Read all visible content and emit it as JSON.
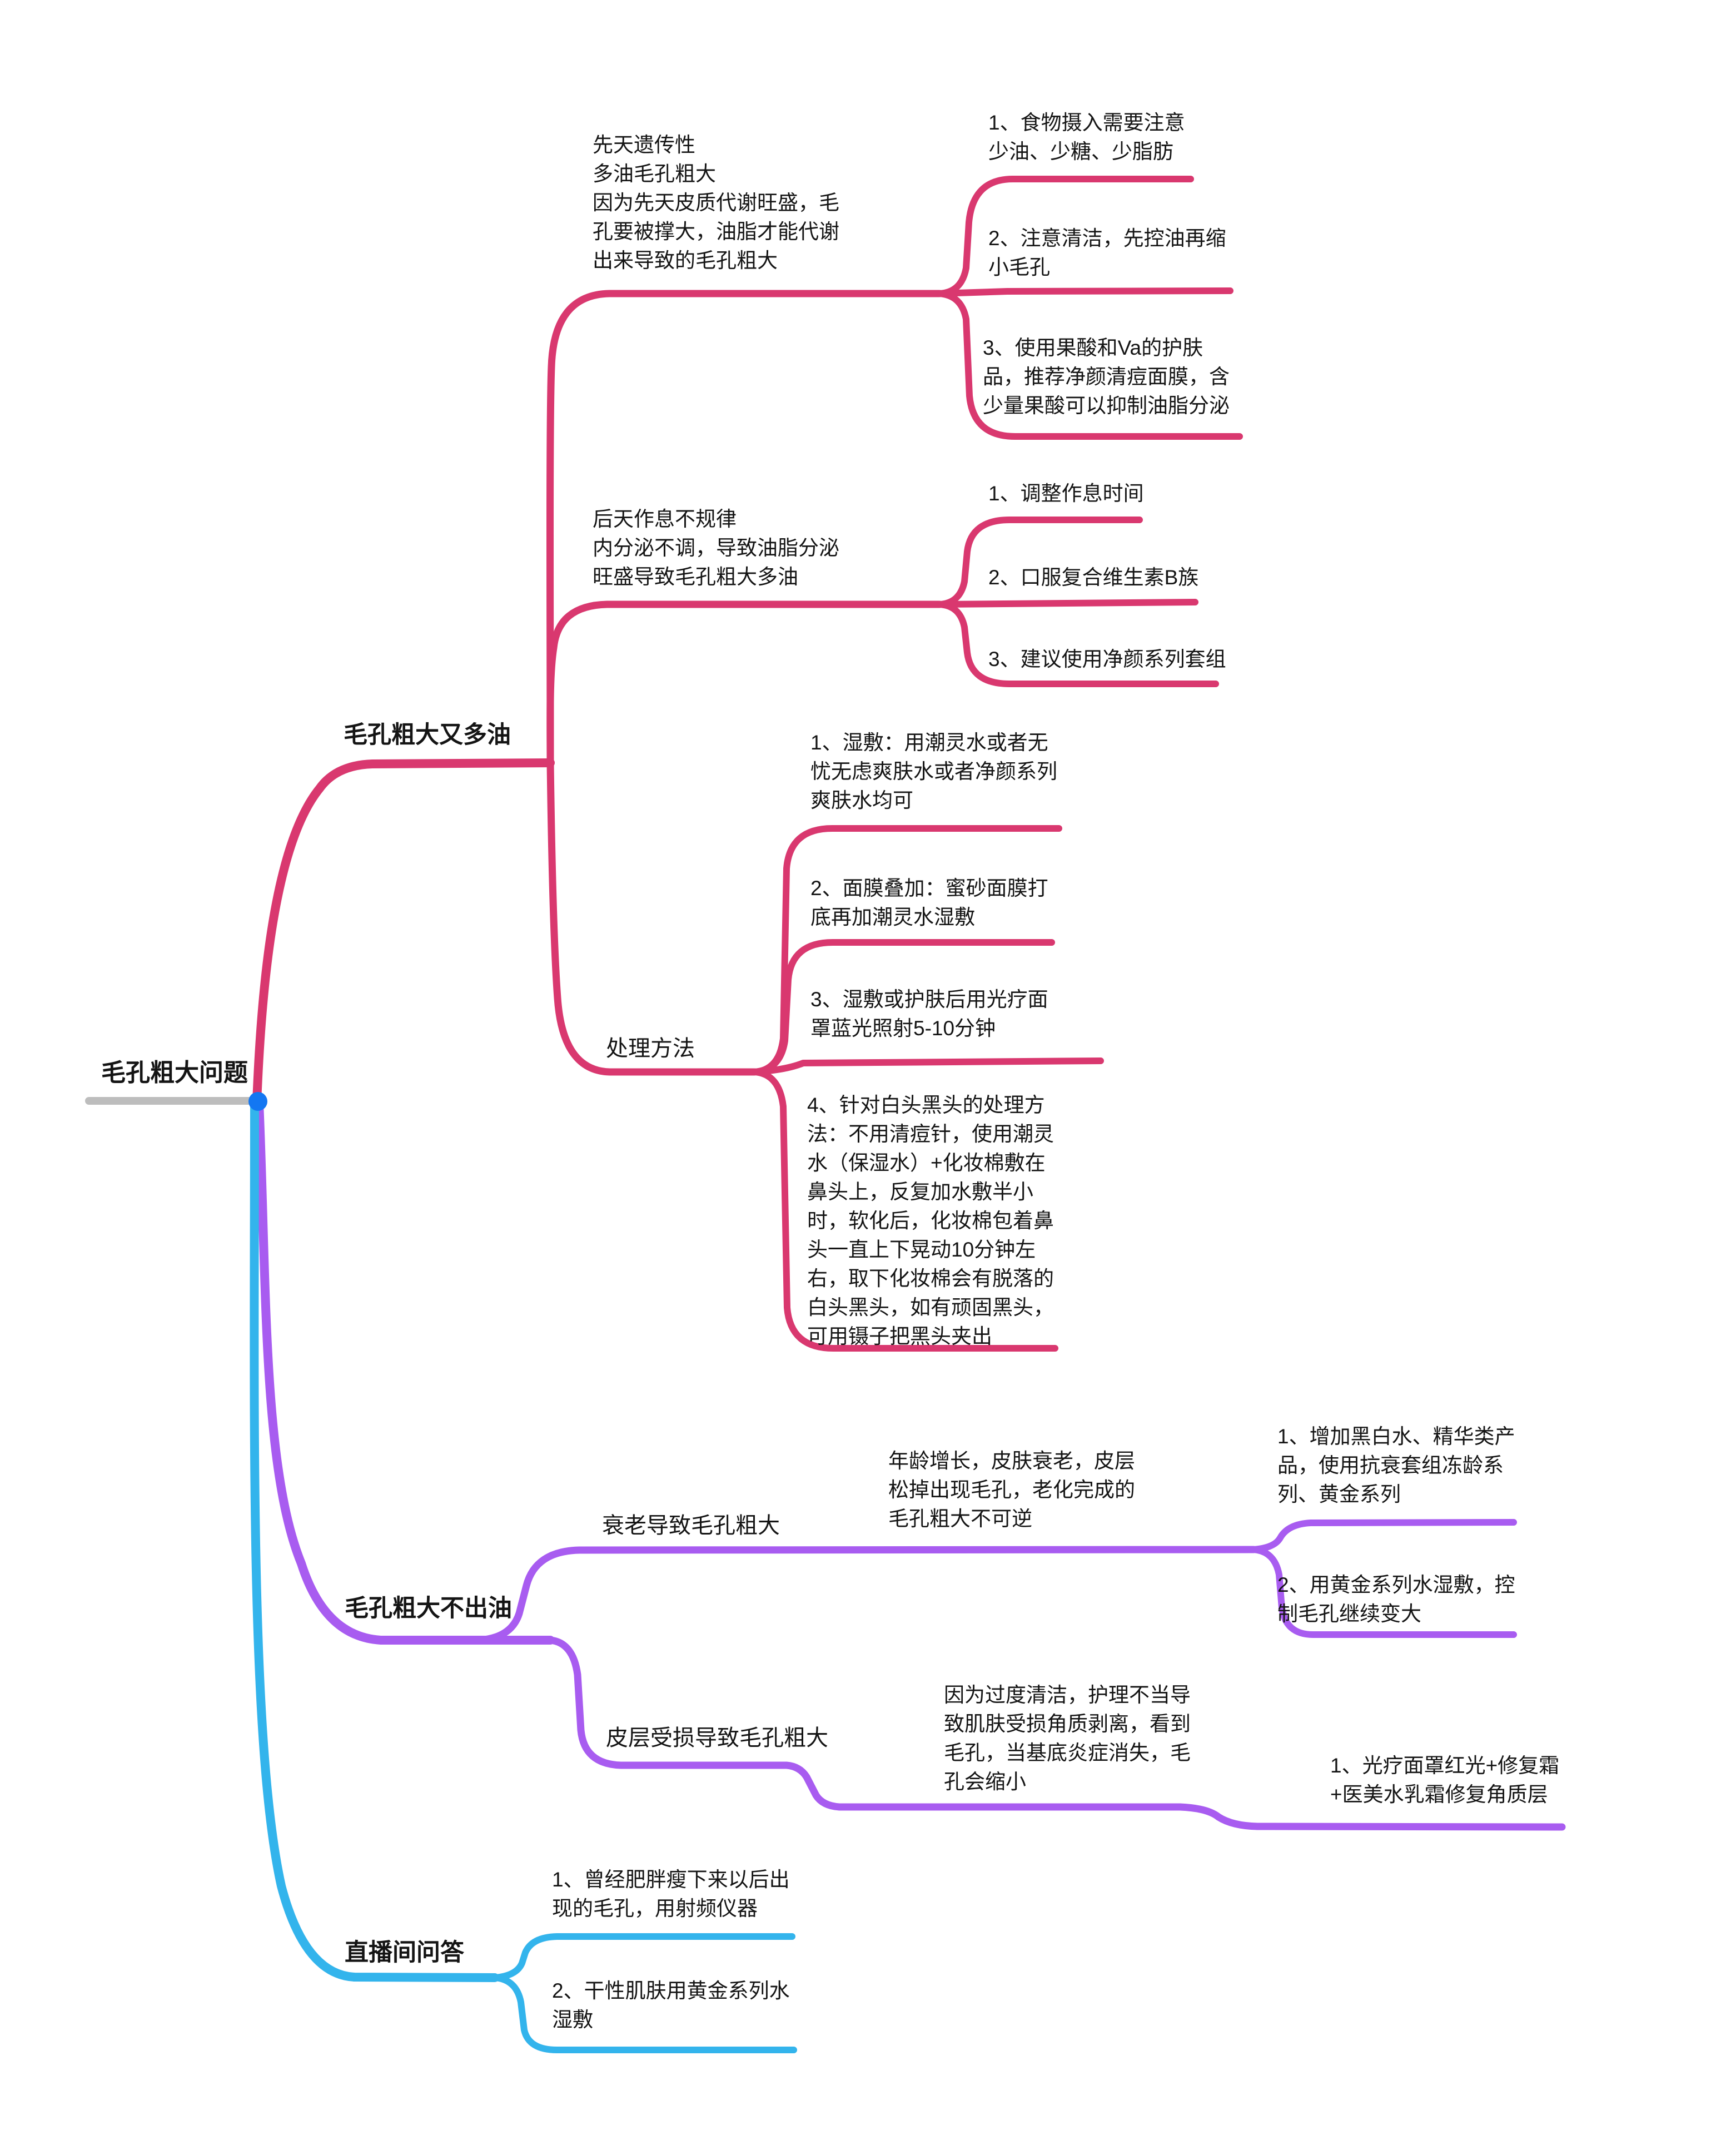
{
  "colors": {
    "branch1": "#D9386F",
    "branch2": "#A85CF0",
    "bran3_placeholder": "#33B4EC",
    "branch3": "#33B4EC",
    "root_line": "#BDBDBD",
    "root_dot": "#1377F2",
    "text": "#141414"
  },
  "root": {
    "label": "毛孔粗大问题"
  },
  "branch1": {
    "label": "毛孔粗大又多油",
    "topics": [
      {
        "text": "先天遗传性\n多油毛孔粗大\n因为先天皮质代谢旺盛，毛\n孔要被撑大，油脂才能代谢\n出来导致的毛孔粗大",
        "children": [
          "1、食物摄入需要注意\n少油、少糖、少脂肪",
          "2、注意清洁，先控油再缩\n小毛孔",
          "3、使用果酸和Va的护肤\n品，推荐净颜清痘面膜，含\n少量果酸可以抑制油脂分泌"
        ]
      },
      {
        "text": "后天作息不规律\n内分泌不调，导致油脂分泌\n旺盛导致毛孔粗大多油",
        "children": [
          "1、调整作息时间",
          "2、口服复合维生素B族",
          "3、建议使用净颜系列套组"
        ]
      },
      {
        "text": "处理方法",
        "children": [
          "1、湿敷：用潮灵水或者无\n忧无虑爽肤水或者净颜系列\n爽肤水均可",
          "2、面膜叠加：蜜砂面膜打\n底再加潮灵水湿敷",
          "3、湿敷或护肤后用光疗面\n罩蓝光照射5-10分钟",
          "4、针对白头黑头的处理方\n法：不用清痘针，使用潮灵\n水（保湿水）+化妆棉敷在\n鼻头上，反复加水敷半小\n时，软化后，化妆棉包着鼻\n头一直上下晃动10分钟左\n右，取下化妆棉会有脱落的\n白头黑头，如有顽固黑头，\n可用镊子把黑头夹出"
        ]
      }
    ]
  },
  "branch2": {
    "label": "毛孔粗大不出油",
    "topics": [
      {
        "label": "衰老导致毛孔粗大",
        "note": "年龄增长，皮肤衰老，皮层\n松掉出现毛孔，老化完成的\n毛孔粗大不可逆",
        "children": [
          "1、增加黑白水、精华类产\n品，使用抗衰套组冻龄系\n列、黄金系列",
          "2、用黄金系列水湿敷，控\n制毛孔继续变大"
        ]
      },
      {
        "label": "皮层受损导致毛孔粗大",
        "note": "因为过度清洁，护理不当导\n致肌肤受损角质剥离，看到\n毛孔，当基底炎症消失，毛\n孔会缩小",
        "children": [
          "1、光疗面罩红光+修复霜\n+医美水乳霜修复角质层"
        ]
      }
    ]
  },
  "branch3": {
    "label": "直播间问答",
    "children": [
      "1、曾经肥胖瘦下来以后出\n现的毛孔，用射频仪器",
      "2、干性肌肤用黄金系列水\n湿敷"
    ]
  }
}
